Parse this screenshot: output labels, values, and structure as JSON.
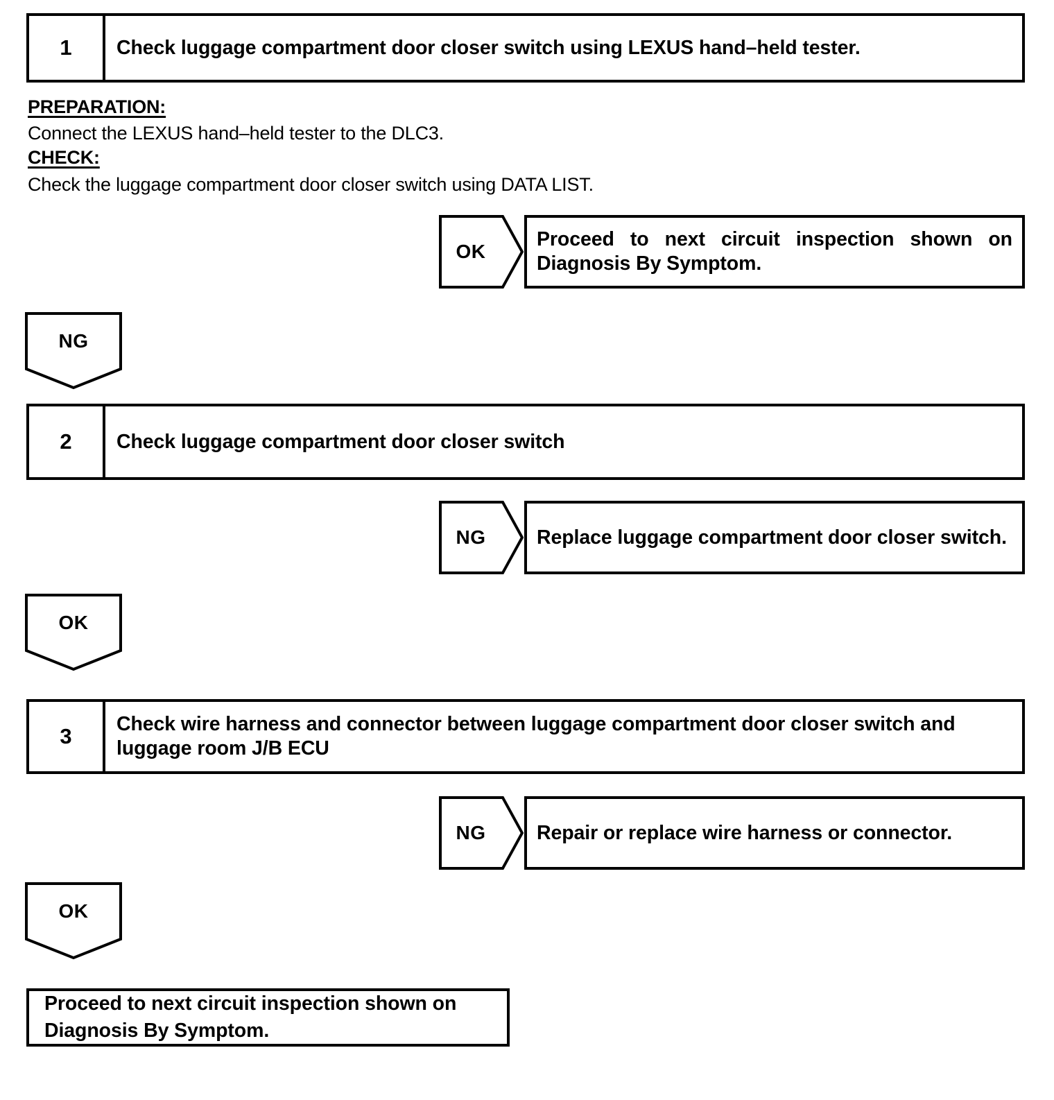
{
  "document": {
    "type": "diagnostic-flowchart",
    "line_color": "#000000",
    "background_color": "#ffffff"
  },
  "steps": [
    {
      "number": "1",
      "title": "Check luggage compartment door closer switch using LEXUS hand–held tester."
    },
    {
      "number": "2",
      "title": "Check luggage compartment door closer switch"
    },
    {
      "number": "3",
      "title": "Check wire harness and connector between luggage compartment door closer switch and luggage room J/B ECU"
    }
  ],
  "procedure": {
    "preparation_heading": "PREPARATION:",
    "preparation_text": "Connect the LEXUS hand–held tester to the DLC3.",
    "check_heading": "CHECK:",
    "check_text": "Check the luggage compartment door closer switch using DATA LIST."
  },
  "branches": {
    "step1_ok": {
      "label": "OK",
      "result": "Proceed to next circuit inspection shown on Diagnosis By Symptom."
    },
    "step1_ng": {
      "label": "NG"
    },
    "step2_ng": {
      "label": "NG",
      "result": "Replace luggage compartment door closer switch."
    },
    "step2_ok": {
      "label": "OK"
    },
    "step3_ng": {
      "label": "NG",
      "result": "Repair or replace wire harness or connector."
    },
    "step3_ok": {
      "label": "OK"
    }
  },
  "conclusion": {
    "line1": "Proceed to next circuit inspection shown on",
    "line2": "Diagnosis By Symptom."
  }
}
